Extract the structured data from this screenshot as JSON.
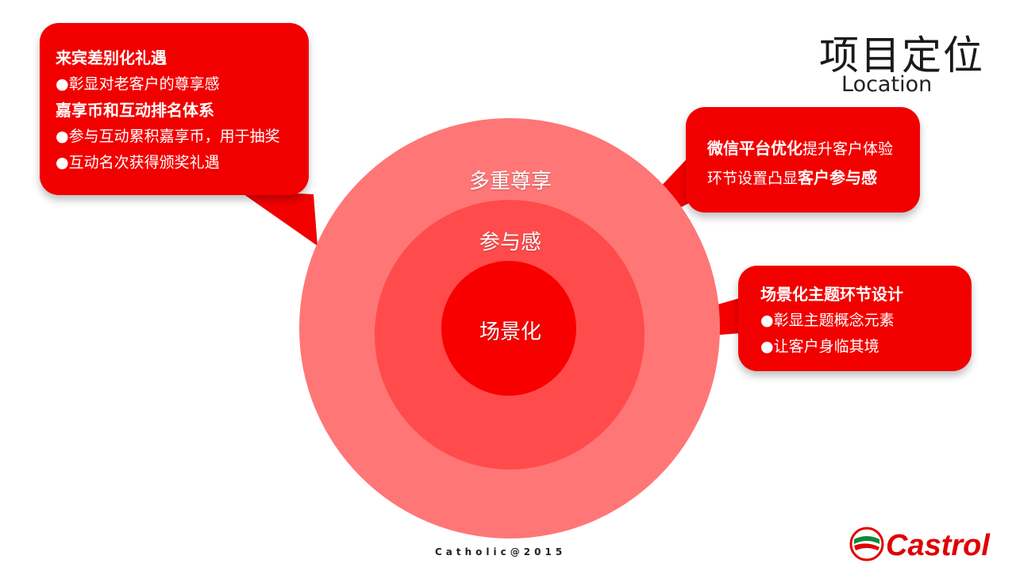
{
  "title": {
    "cn": "项目定位",
    "en": "Location"
  },
  "rings": {
    "outer": "多重尊享",
    "middle": "参与感",
    "inner": "场景化"
  },
  "box_left": {
    "heading1": "来宾差别化礼遇",
    "line1": "●彰显对老客户的尊享感",
    "heading2": "嘉享币和互动排名体系",
    "line2": "●参与互动累积嘉享币，用于抽奖",
    "line3": "●互动名次获得颁奖礼遇"
  },
  "box_right_top": {
    "line1_bold": "微信平台优化",
    "line1_rest": "提升客户体验",
    "line2_rest": "环节设置凸显",
    "line2_bold": "客户参与感"
  },
  "box_right_bottom": {
    "heading": "场景化主题环节设计",
    "line1": "●彰显主题概念元素",
    "line2": "●让客户身临其境"
  },
  "footer": "Catholic@2015",
  "logo": {
    "text": "Castrol",
    "icon": "castrol-logo-icon"
  },
  "colors": {
    "outer_ring": "#ff7676",
    "middle_ring": "#ff4b4b",
    "inner_ring": "#f80000",
    "box": "#f20000"
  }
}
